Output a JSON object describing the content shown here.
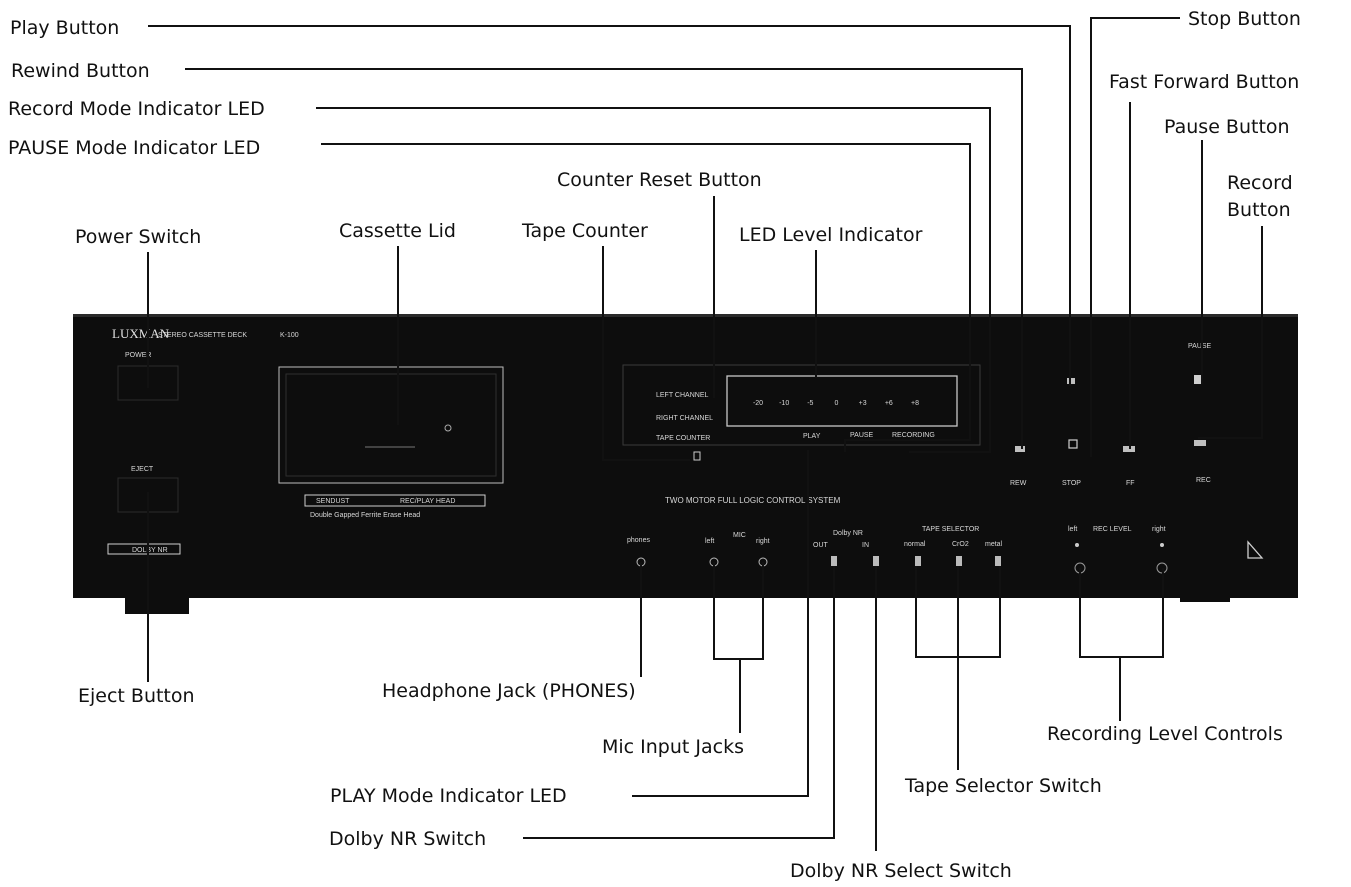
{
  "labels": {
    "play": "Play Button",
    "stop": "Stop Button",
    "rewind": "Rewind Button",
    "record_led": "Record Mode Indicator LED",
    "fast_forward": "Fast Forward Button",
    "pause": "Pause Button",
    "pause_led": "PAUSE Mode Indicator LED",
    "counter_reset": "Counter Reset Button",
    "record_1": "Record",
    "record_2": "Button",
    "power": "Power Switch",
    "cassette_lid": "Cassette Lid",
    "tape_counter": "Tape Counter",
    "led_level": "LED Level Indicator",
    "eject": "Eject Button",
    "headphone": "Headphone Jack (PHONES)",
    "mic": "Mic Input Jacks",
    "rec_level": "Recording Level Controls",
    "play_led": "PLAY Mode Indicator LED",
    "tape_selector": "Tape Selector Switch",
    "dolby_nr": "Dolby NR Switch",
    "dolby_select": "Dolby NR Select Switch"
  },
  "panel": {
    "brand": "LUXMAN",
    "model_line": "STEREO CASSETTE DECK",
    "model_no": "K-100",
    "power": "POWER",
    "eject": "EJECT",
    "head_badge_1": "SENDUST",
    "head_badge_2": "REC/PLAY HEAD",
    "head_desc": "Double Gapped Ferrite Erase Head",
    "dolby_badge": "DOLBY NR",
    "left_channel": "LEFT CHANNEL",
    "right_channel": "RIGHT CHANNEL",
    "tape_counter": "TAPE COUNTER",
    "meter_scale": [
      "-20",
      "-10",
      "-5",
      "0",
      "+3",
      "+6",
      "+8"
    ],
    "play_led": "PLAY",
    "pause_led": "PAUSE",
    "recording_led": "RECORDING",
    "rew": "REW",
    "stop": "STOP",
    "ff": "FF",
    "pause_btn": "PAUSE",
    "rec": "REC",
    "system_title": "TWO MOTOR FULL LOGIC CONTROL SYSTEM",
    "phones": "phones",
    "mic": "MIC",
    "mic_left": "left",
    "mic_right": "right",
    "dolby_nr": "Dolby NR",
    "dolby_out": "OUT",
    "dolby_in": "IN",
    "tape_selector": "TAPE SELECTOR",
    "tape_normal": "normal",
    "tape_cro2": "CrO2",
    "tape_metal": "metal",
    "rec_level": "REC LEVEL",
    "rec_left": "left",
    "rec_right": "right"
  }
}
